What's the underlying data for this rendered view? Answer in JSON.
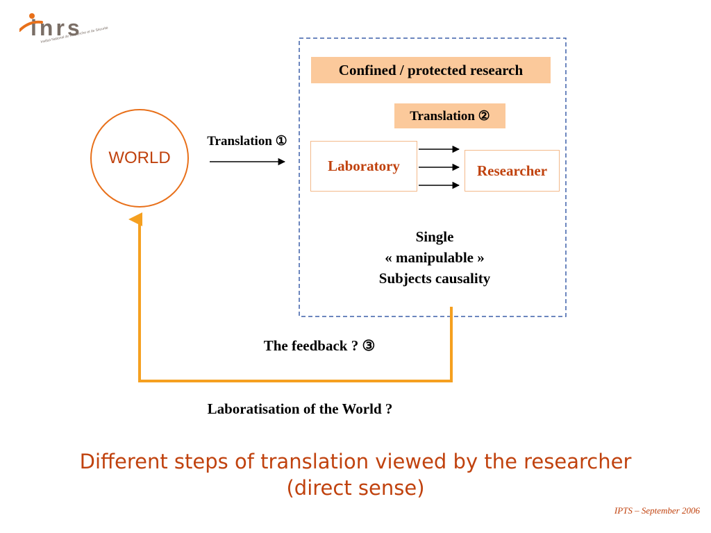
{
  "logo": {
    "wordmark": "inrs",
    "tagline": "Institut National de Recherche et de Sécurité"
  },
  "diagram": {
    "world_label": "WORLD",
    "translation_1": "Translation ①",
    "confined_label": "Confined / protected research",
    "translation_2": "Translation ②",
    "laboratory_label": "Laboratory",
    "researcher_label": "Researcher",
    "single_lines": [
      "Single",
      "« manipulable »",
      "Subjects causality"
    ],
    "feedback_label": "The feedback ?  ③",
    "laboratisation_label": "Laboratisation of the World ?"
  },
  "title_lines": [
    "Different steps of translation viewed by the researcher",
    "(direct sense)"
  ],
  "footer": "IPTS – September 2006",
  "colors": {
    "accent_orange": "#e8701a",
    "label_fill": "#fbc99b",
    "dark_orange_text": "#c0420e",
    "dashed_border": "#3b5fa8",
    "feedback_arrow": "#f5a020"
  }
}
